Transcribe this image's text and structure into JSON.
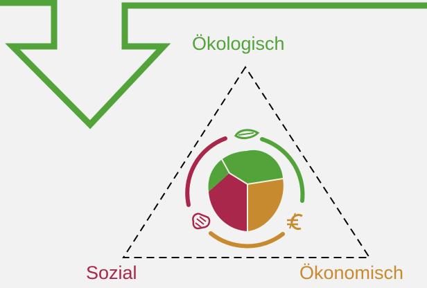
{
  "dimensions": {
    "ecological": {
      "label": "Ökologisch",
      "color": "#52a33a"
    },
    "social": {
      "label": "Sozial",
      "color": "#a8274a"
    },
    "economic": {
      "label": "Ökonomisch",
      "color": "#c88a2e"
    }
  },
  "arrow_color": "#52a33a",
  "triangle_style": "dashed",
  "icons": [
    "leaf-icon",
    "handshake-icon",
    "euro-icon"
  ]
}
